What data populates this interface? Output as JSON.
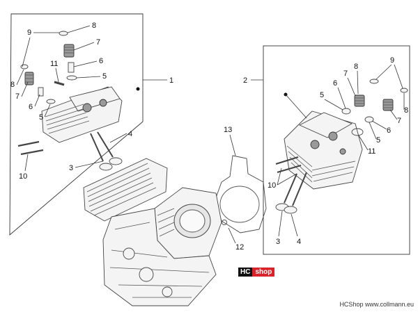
{
  "callouts": {
    "left": {
      "frame": "1",
      "c9": "9",
      "c8_top": "8",
      "c7_top": "7",
      "c6_top": "6",
      "c5_top": "5",
      "c11": "11",
      "c8_left": "8",
      "c7_left": "7",
      "c6_left": "6",
      "c5_left": "5",
      "c4": "4",
      "c3": "3",
      "c10": "10"
    },
    "right": {
      "frame": "2",
      "c9": "9",
      "c8_top": "8",
      "c7": "7",
      "c6": "6",
      "c5": "5",
      "c8_right": "8",
      "c7_right": "7",
      "c6_right": "6",
      "c5_mid": "5",
      "c11": "11",
      "c10": "10",
      "c3": "3",
      "c4": "4"
    },
    "center": {
      "c13": "13",
      "c12": "12"
    }
  },
  "badge": {
    "left": "HC",
    "right": "shop"
  },
  "footer": "HCShop www.collmann.eu"
}
